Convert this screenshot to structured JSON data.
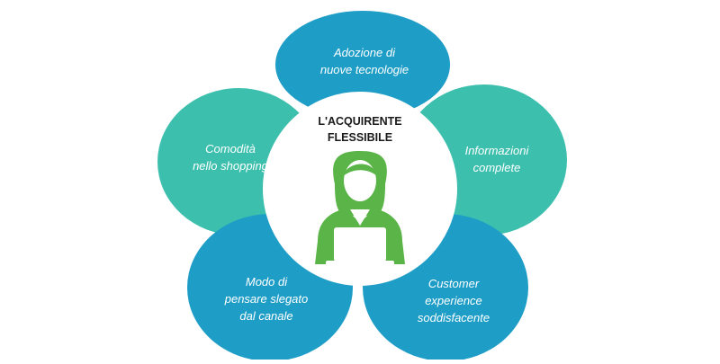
{
  "center": {
    "title_line1": "L'ACQUIRENTE",
    "title_line2": "FLESSIBILE",
    "icon": "user-with-laptop-icon"
  },
  "petals": {
    "top": {
      "line1": "Adozione di",
      "line2": "nuove tecnologie"
    },
    "right": {
      "line1": "Informazioni",
      "line2": "complete"
    },
    "bottom_right": {
      "line1": "Customer",
      "line2": "experience",
      "line3": "soddisfacente"
    },
    "bottom_left": {
      "line1": "Modo di",
      "line2": "pensare slegato",
      "line3": "dal canale"
    },
    "left": {
      "line1": "Comodità",
      "line2": "nello shopping"
    }
  },
  "colors": {
    "blue_petal": "#1e9dc7",
    "teal_petal": "#3dbfae",
    "center_fill": "#ffffff",
    "ring": "#ffffff",
    "figure_green": "#5ab447",
    "title_text": "#1a1a1a"
  }
}
